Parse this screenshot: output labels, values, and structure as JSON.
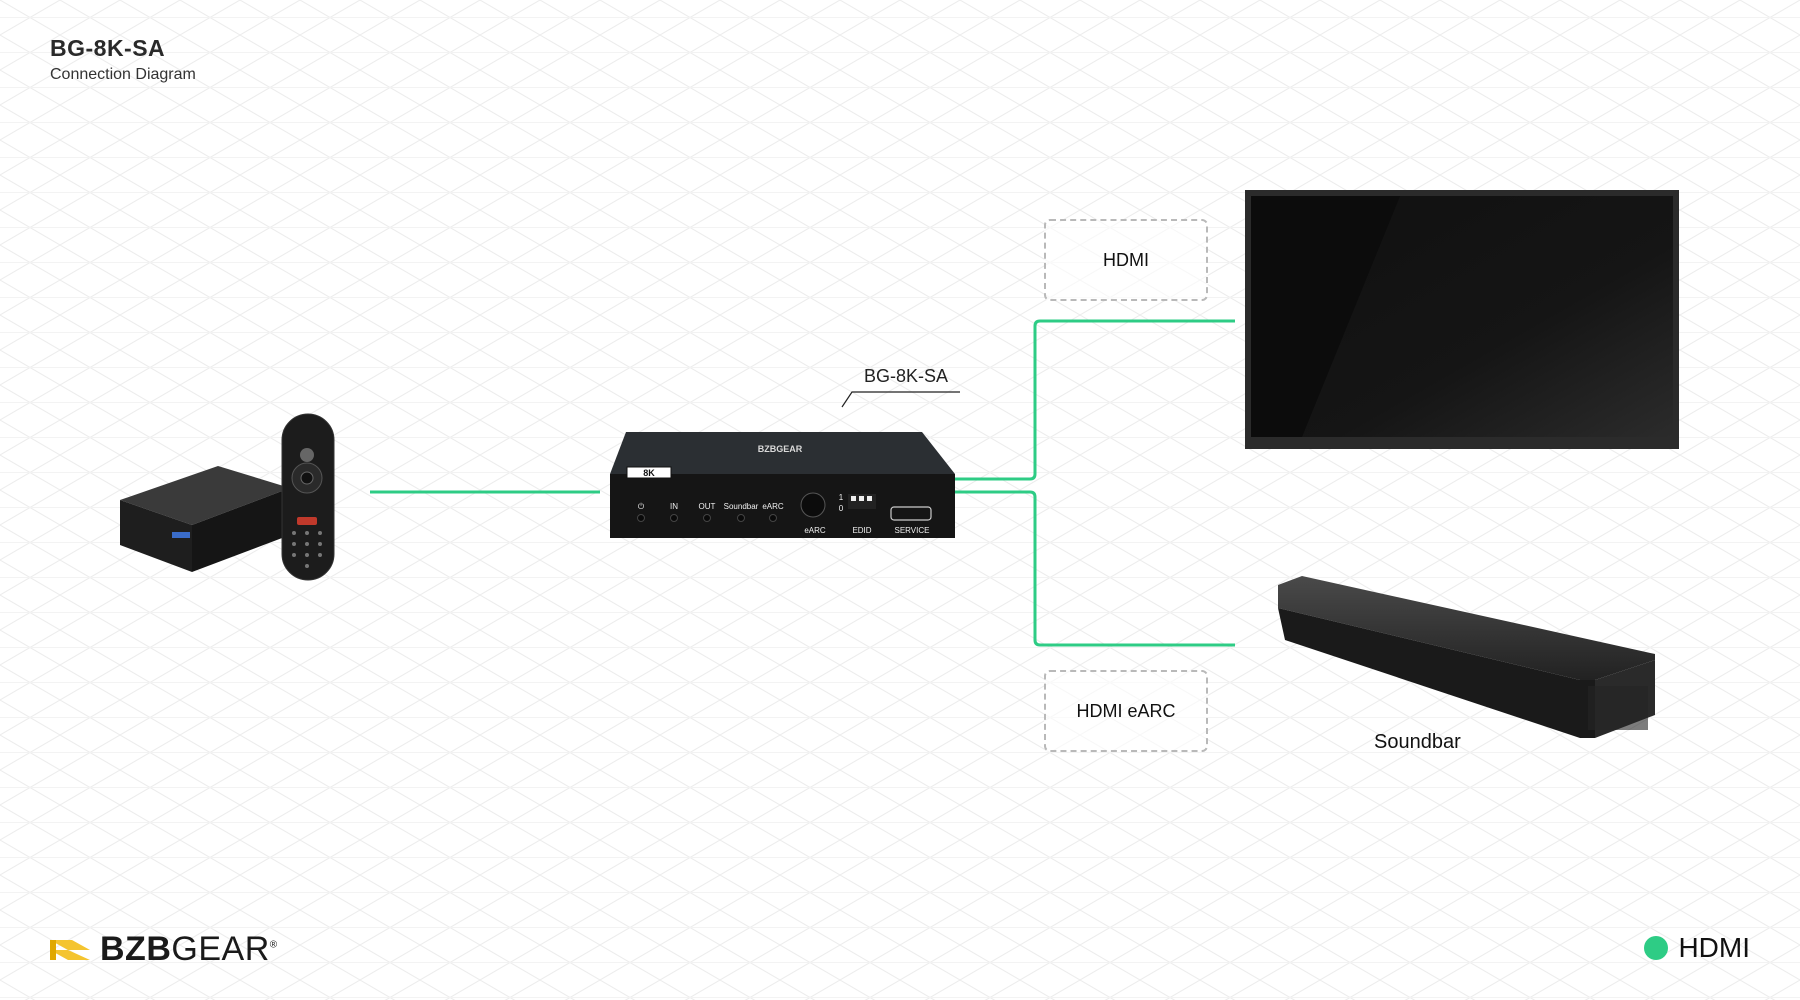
{
  "header": {
    "title": "BG-8K-SA",
    "subtitle": "Connection Diagram"
  },
  "device": {
    "callout": "BG-8K-SA",
    "brand": "BZBGEAR",
    "badge": "8K",
    "port_labels": [
      "IN",
      "OUT",
      "Soundbar",
      "eARC",
      "eARC",
      "EDID",
      "SERVICE"
    ],
    "edid_switch": [
      "1",
      "0"
    ]
  },
  "connections": {
    "tv_label": "HDMI",
    "soundbar_label": "HDMI eARC"
  },
  "endpoints": {
    "soundbar": "Soundbar"
  },
  "logo": {
    "text_bold": "BZB",
    "text_regular": "GEAR",
    "mark": "®"
  },
  "legend": {
    "label": "HDMI",
    "color": "#2ecc85"
  },
  "colors": {
    "hdmi_cable": "#2ecc85",
    "logo_yellow": "#f4c430"
  }
}
